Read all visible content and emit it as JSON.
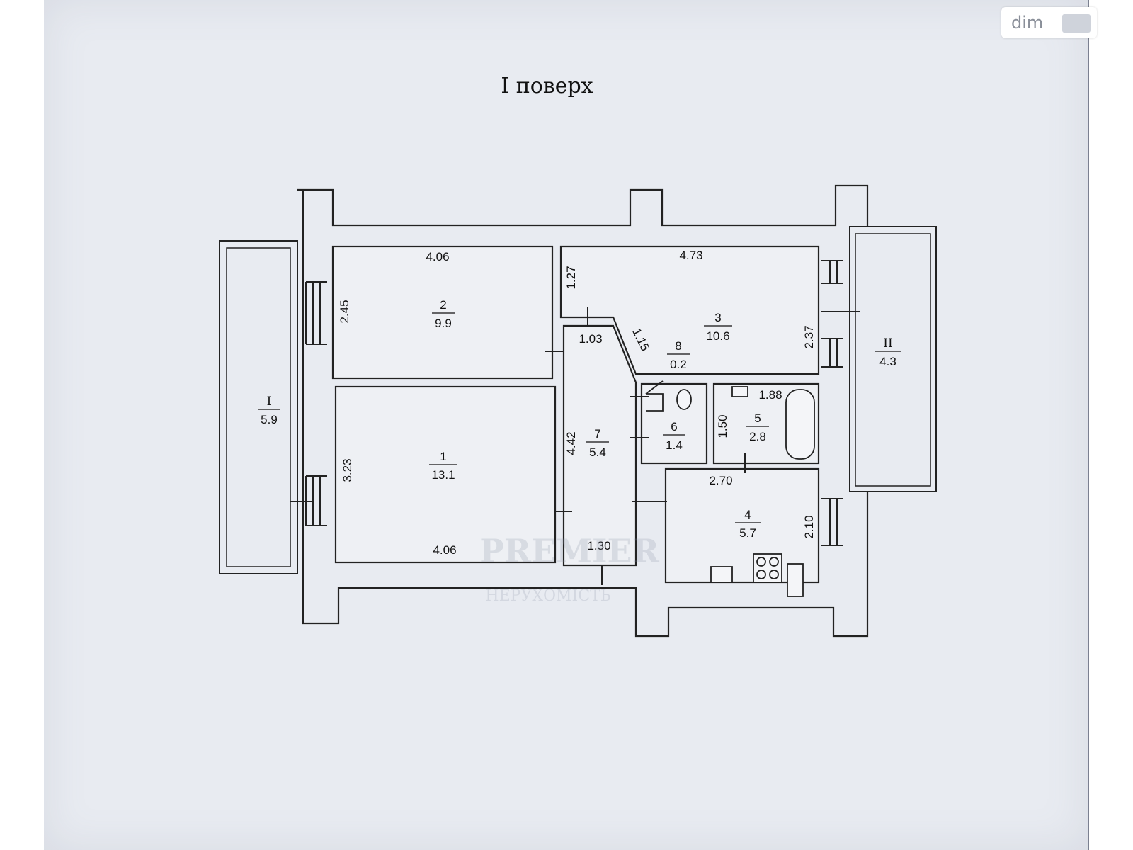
{
  "title": "I поверх",
  "watermark": {
    "site": "dim",
    "logo_icon": "ria-logo-icon"
  },
  "stamp": {
    "line1": "PREMIER",
    "line2": "НЕРУХОМІСТЬ"
  },
  "rooms": [
    {
      "number": "1",
      "area": "13.1"
    },
    {
      "number": "2",
      "area": "9.9"
    },
    {
      "number": "3",
      "area": "10.6"
    },
    {
      "number": "4",
      "area": "5.7"
    },
    {
      "number": "5",
      "area": "2.8"
    },
    {
      "number": "6",
      "area": "1.4"
    },
    {
      "number": "7",
      "area": "5.4"
    },
    {
      "number": "8",
      "area": "0.2"
    },
    {
      "number": "I",
      "area": "5.9"
    },
    {
      "number": "II",
      "area": "4.3"
    }
  ],
  "dimensions": {
    "room2_width": "4.06",
    "room2_height": "2.45",
    "room3_width": "4.73",
    "room3_height": "2.37",
    "room3_entry": "1.27",
    "room1_height": "3.23",
    "room1_width": "4.06",
    "room7_length": "4.42",
    "room7_width": "1.03",
    "room8_diag": "1.15",
    "room5_width": "1.88",
    "room5_height": "1.50",
    "room4_width": "2.70",
    "room4_height": "2.10",
    "corridor_width": "1.30"
  }
}
